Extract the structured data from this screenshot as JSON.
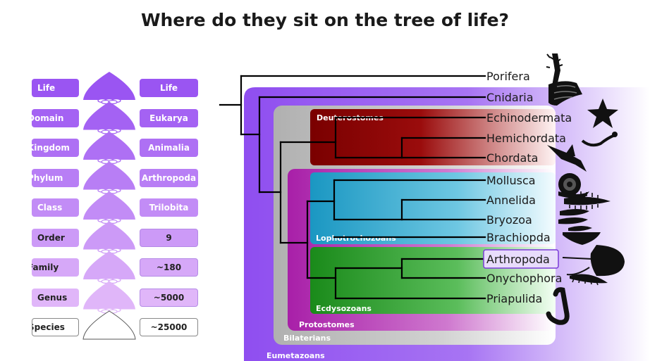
{
  "title": "Where do they sit on the tree of life?",
  "ranks": {
    "names": [
      "Life",
      "Domain",
      "Kingdom",
      "Phylum",
      "Class",
      "Order",
      "Family",
      "Genus",
      "Species"
    ],
    "values": [
      "Life",
      "Eukarya",
      "Animalia",
      "Arthropoda",
      "Trilobita",
      "9",
      "~180",
      "~5000",
      "~25000"
    ]
  },
  "tree": {
    "taxa": [
      "Porifera",
      "Cnidaria",
      "Echinodermata",
      "Hemichordata",
      "Chordata",
      "Mollusca",
      "Annelida",
      "Bryozoa",
      "Brachiopda",
      "Arthropoda",
      "Onychophora",
      "Priapulida"
    ],
    "highlighted_taxon": "Arthropoda",
    "groups": {
      "eumetazoans": "Eumetazoans",
      "bilaterians": "Bilaterians",
      "protostomes": "Protostomes",
      "deuterostomes": "Deuterostomes",
      "lophotrochozoans": "Lophotrochozoans",
      "ecdysozoans": "Ecdysozoans"
    }
  },
  "colors": {
    "rank_fills": [
      "#9a55f2",
      "#a462f3",
      "#ae70f4",
      "#b87ef5",
      "#c28cf6",
      "#cc9af7",
      "#d6a8f8",
      "#e0b6f9",
      "#ffffff"
    ],
    "eumetazoans": "#8f4ef0",
    "bilaterians": "#bdbdbd",
    "protostomes": "#a81fa8",
    "deuterostomes": "#8b0000",
    "lophotrochozoans": "#1fa0c8",
    "ecdysozoans": "#1f8f1f",
    "highlight": "#7a3bd8"
  },
  "icons": [
    "sponge-icon",
    "coral-icon",
    "starfish-icon",
    "acorn-worm-icon",
    "bird-icon",
    "snail-icon",
    "worm-icon",
    "bryozoan-icon",
    "brachiopod-icon",
    "horseshoe-crab-icon",
    "velvet-worm-icon",
    "priapulid-icon"
  ]
}
